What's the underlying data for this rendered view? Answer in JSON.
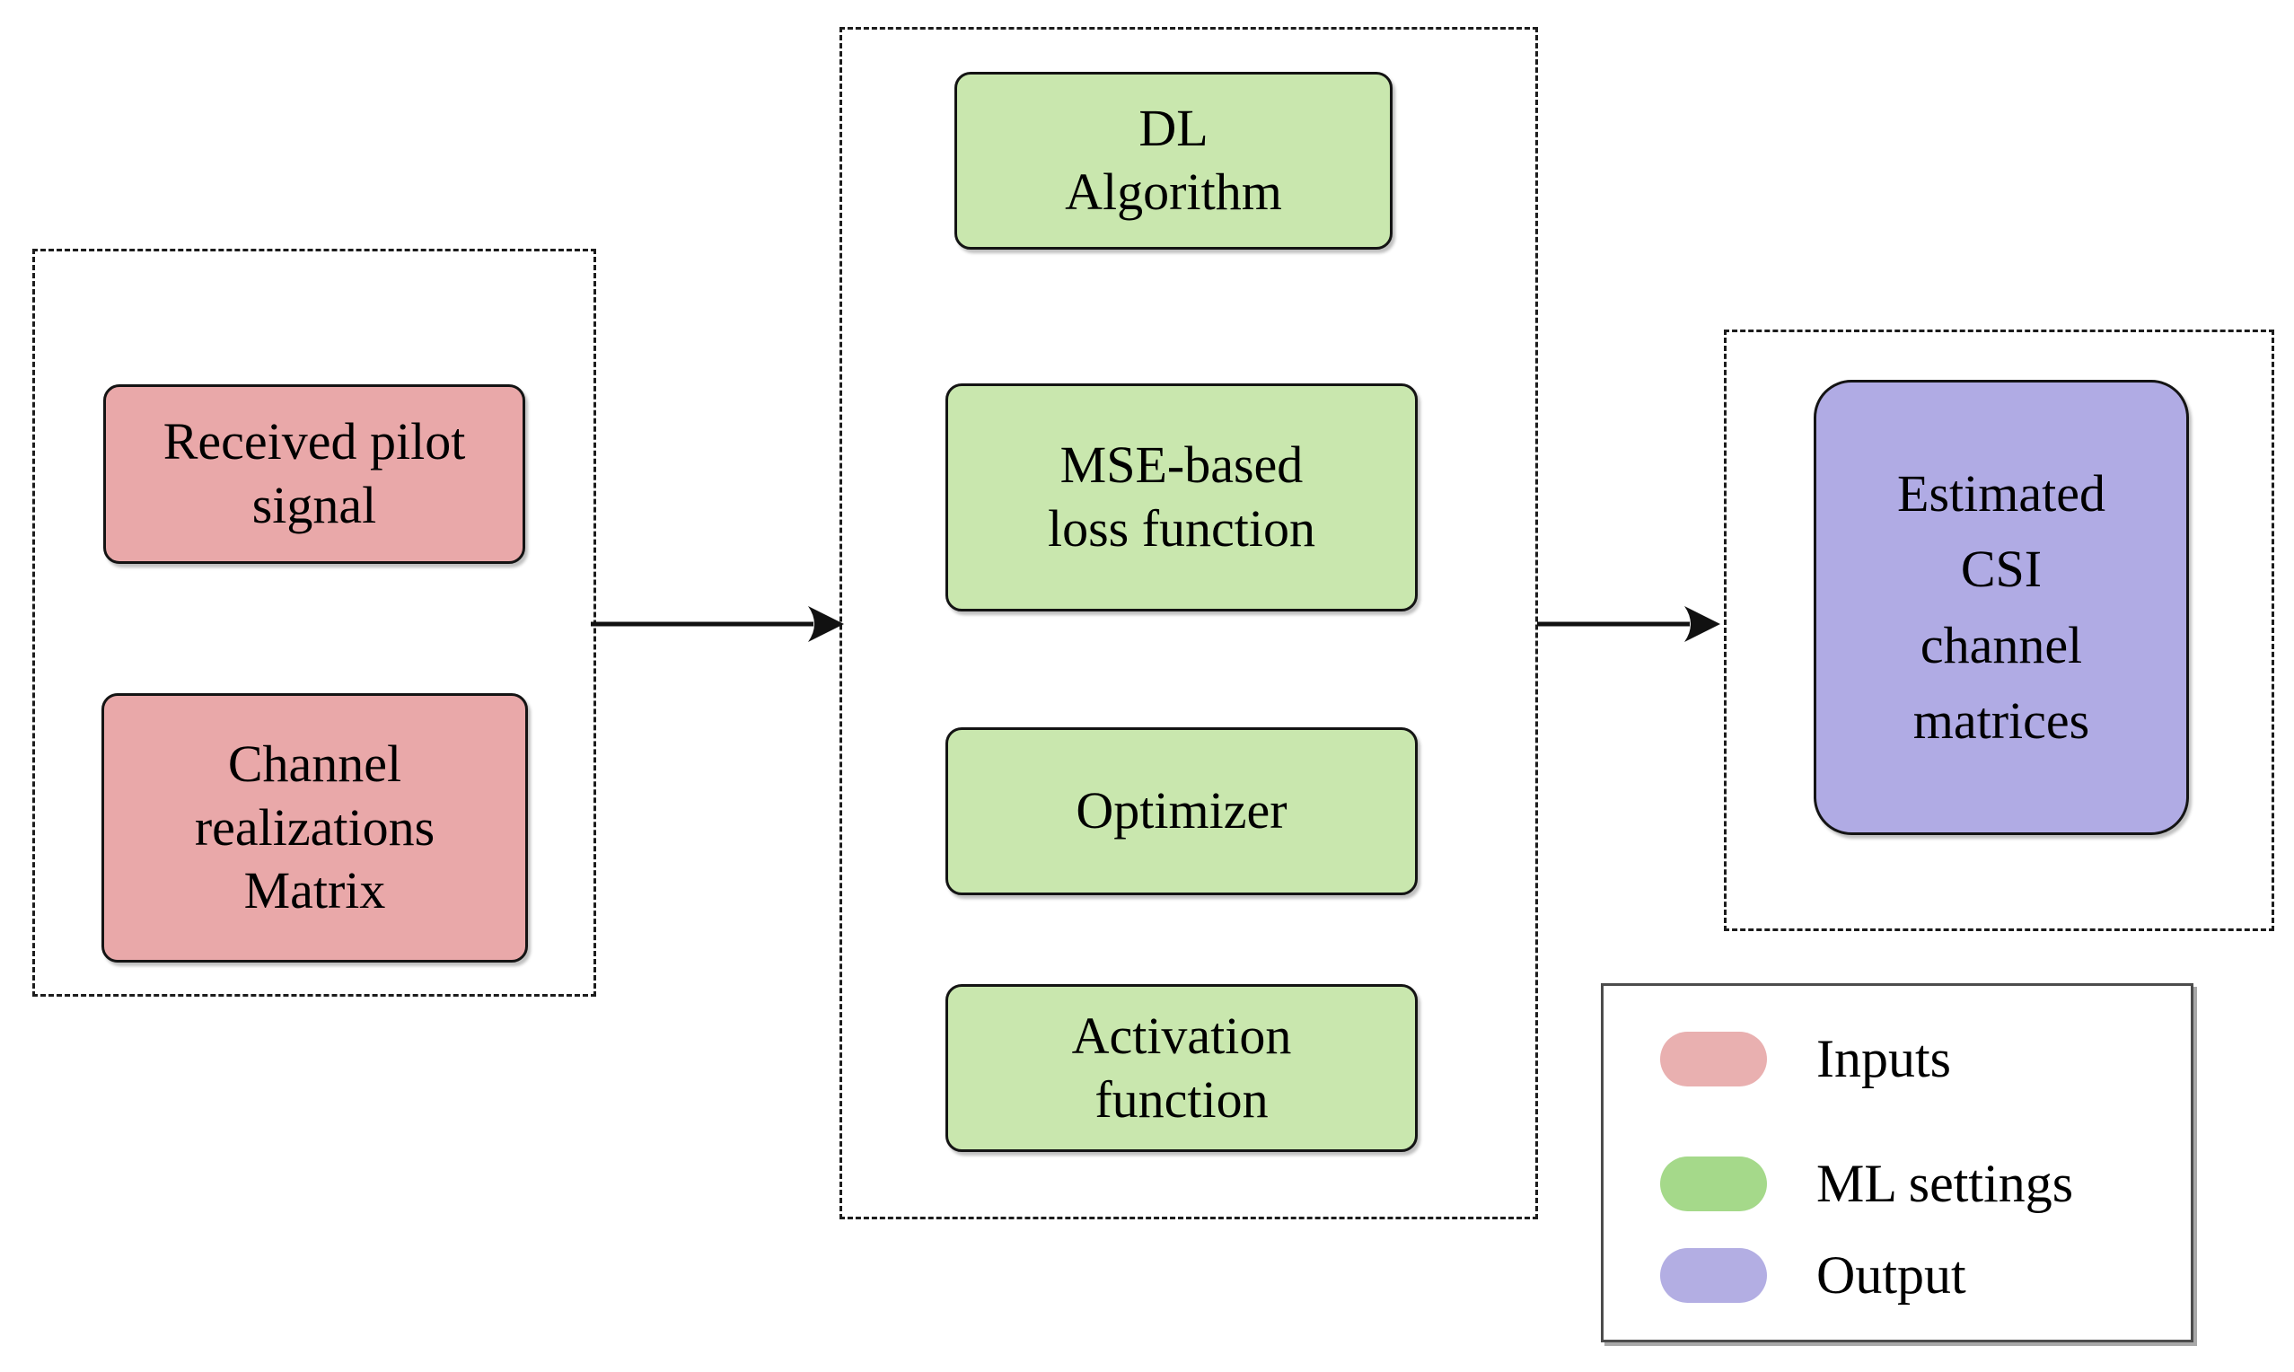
{
  "figure": {
    "type": "flow-diagram",
    "description": "Deep-learning based CSI channel estimation pipeline"
  },
  "nodes": {
    "received_pilot": {
      "lines": [
        "Received pilot",
        "signal"
      ],
      "group": "inputs",
      "color": "#e9a8a9"
    },
    "channel_realizations": {
      "lines": [
        "Channel",
        "realizations",
        "Matrix"
      ],
      "group": "inputs",
      "color": "#e9a8a9"
    },
    "dl_algorithm": {
      "lines": [
        "DL",
        "Algorithm"
      ],
      "group": "ml_settings",
      "color": "#c9e7ae"
    },
    "mse_loss": {
      "lines": [
        "MSE-based",
        "loss function"
      ],
      "group": "ml_settings",
      "color": "#c9e7ae"
    },
    "optimizer": {
      "lines": [
        "Optimizer"
      ],
      "group": "ml_settings",
      "color": "#c9e7ae"
    },
    "activation": {
      "lines": [
        "Activation",
        "function"
      ],
      "group": "ml_settings",
      "color": "#c9e7ae"
    },
    "estimated_csi": {
      "lines": [
        "Estimated",
        "CSI",
        "channel",
        "matrices"
      ],
      "group": "output",
      "color": "#b0abe4"
    }
  },
  "arrows": [
    {
      "name": "inputs-to-ml-settings",
      "from": "inputs",
      "to": "ml_settings"
    },
    {
      "name": "ml-settings-to-output",
      "from": "ml_settings",
      "to": "output"
    }
  ],
  "legend": {
    "items": [
      {
        "label": "Inputs",
        "color": "#e9b0b0"
      },
      {
        "label": "ML settings",
        "color": "#a5d98a"
      },
      {
        "label": "Output",
        "color": "#b3aee3"
      }
    ]
  },
  "colors": {
    "background": "#ffffff",
    "node_border": "#141414",
    "dashed_group_border": "#1c1c1c",
    "legend_border": "#4c4c4c",
    "arrow": "#111111",
    "inputs_fill": "#e9a8a9",
    "ml_settings_fill": "#c9e7ae",
    "output_fill": "#b0abe4"
  }
}
